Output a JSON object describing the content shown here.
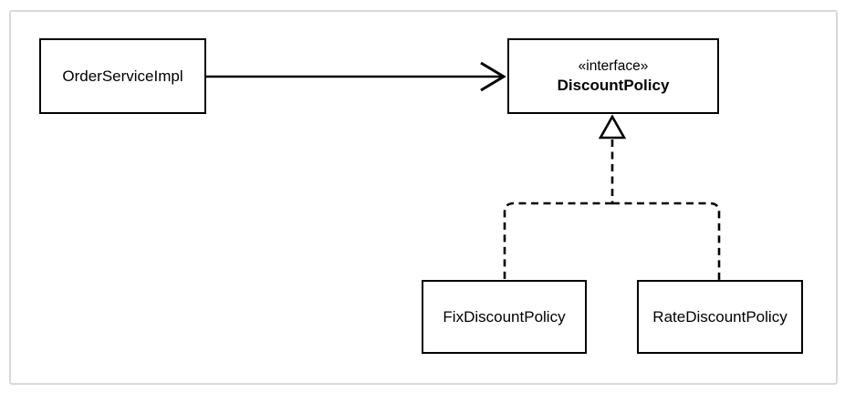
{
  "diagram": {
    "kind": "uml-class-diagram",
    "nodes": {
      "order_service": {
        "label": "OrderServiceImpl"
      },
      "discount_policy": {
        "stereotype": "«interface»",
        "label": "DiscountPolicy"
      },
      "fix_discount": {
        "label": "FixDiscountPolicy"
      },
      "rate_discount": {
        "label": "RateDiscountPolicy"
      }
    },
    "edges": [
      {
        "from": "OrderServiceImpl",
        "to": "DiscountPolicy",
        "type": "dependency",
        "style": "solid-open-arrow"
      },
      {
        "from": "FixDiscountPolicy",
        "to": "DiscountPolicy",
        "type": "realization",
        "style": "dashed-hollow-triangle"
      },
      {
        "from": "RateDiscountPolicy",
        "to": "DiscountPolicy",
        "type": "realization",
        "style": "dashed-hollow-triangle"
      }
    ],
    "colors": {
      "line": "#000000",
      "box_border": "#000000",
      "frame_border": "#d9d9d9",
      "background": "#ffffff",
      "text": "#000000"
    }
  }
}
